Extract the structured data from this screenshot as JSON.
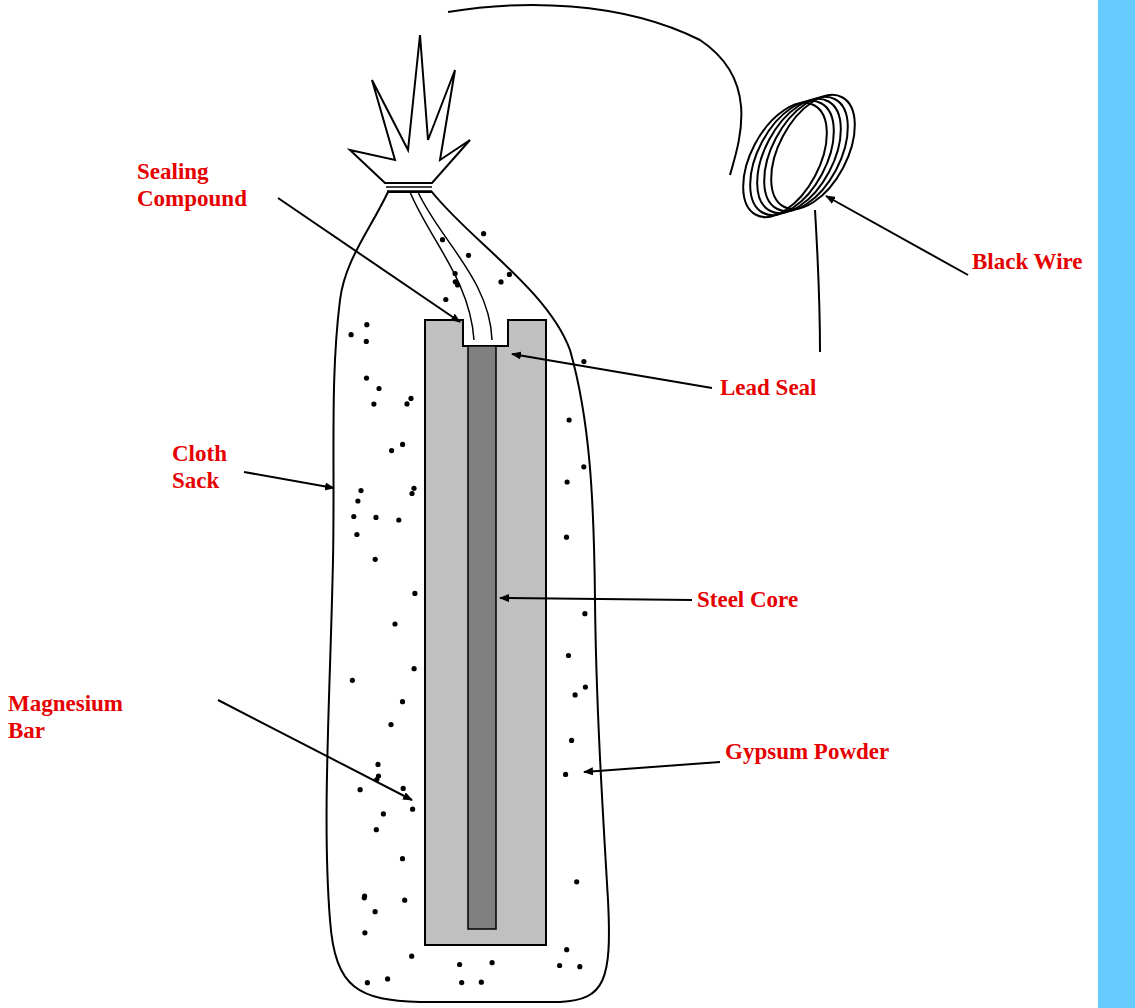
{
  "diagram": {
    "labels": [
      "Sealing Compound",
      "Black Wire",
      "Lead Seal",
      "Cloth Sack",
      "Steel Core",
      "Magnesium Bar",
      "Gypsum Powder"
    ]
  }
}
